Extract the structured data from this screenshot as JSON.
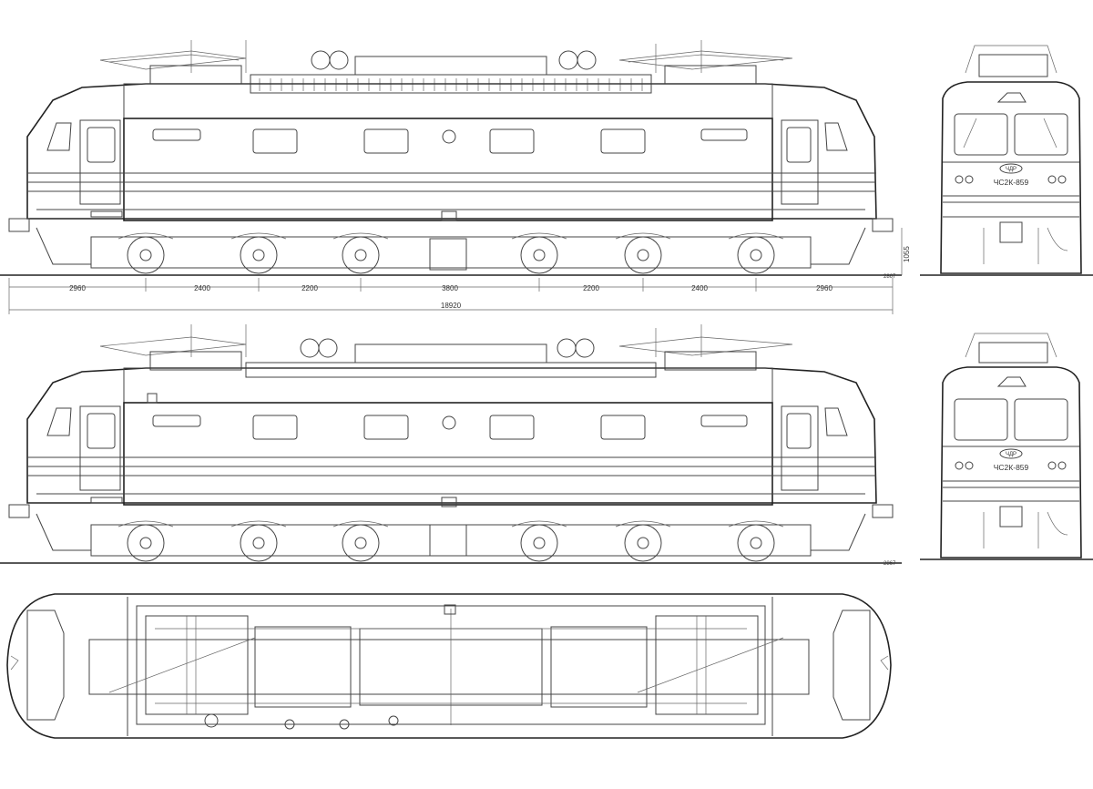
{
  "drawing": {
    "number_plate": "ЧС2К-859",
    "emblem_text": "ЧДР",
    "dimensions": {
      "horizontal": [
        "2960",
        "2400",
        "2200",
        "3800",
        "2200",
        "2400",
        "2960"
      ],
      "overall_length": "18920",
      "height_vertical": "1055",
      "rail_marker_top": "2867",
      "rail_marker_bottom": "2867"
    }
  },
  "views": [
    {
      "name": "side-view-upper"
    },
    {
      "name": "side-view-lower"
    },
    {
      "name": "top-view"
    },
    {
      "name": "front-view-upper"
    },
    {
      "name": "front-view-lower"
    }
  ]
}
